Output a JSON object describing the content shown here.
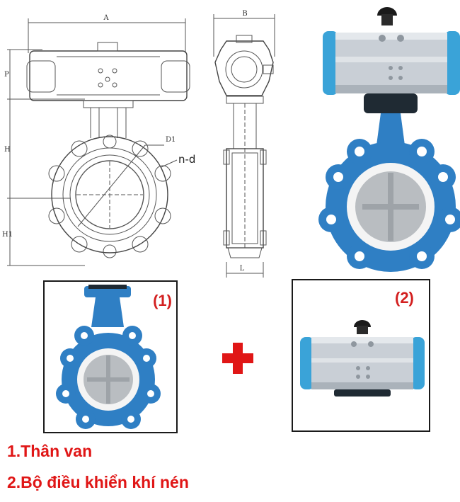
{
  "drawing": {
    "dim_A": "A",
    "dim_B": "B",
    "dim_P": "P",
    "dim_H": "H",
    "dim_H1": "H1",
    "dim_L": "L",
    "dim_D1": "D1",
    "callout_nd": "n-d"
  },
  "photos": {
    "body_number": "(1)",
    "actuator_number": "(2)"
  },
  "legend": {
    "item1": "1.Thân van",
    "item2": "2.Bộ điều khiển khí nén"
  },
  "colors": {
    "valve_blue": "#2f7fc4",
    "actuator_grey": "#c9cfd6",
    "accent_red": "#e01616"
  }
}
